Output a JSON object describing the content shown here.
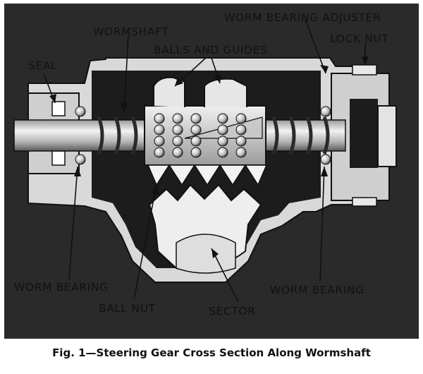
{
  "labels": {
    "worm_bearing_adjuster": "WORM BEARING ADJUSTER",
    "wormshaft": "WORMSHAFT",
    "lock_nut": "LOCK NUT",
    "balls_and_guides": "BALLS AND GUIDES",
    "seal": "SEAL",
    "worm_bearing_left": "WORM BEARING",
    "worm_bearing_right": "WORM BEARING",
    "ball_nut": "BALL NUT",
    "sector": "SECTOR"
  },
  "caption": "Fig. 1—Steering Gear Cross Section Along Wormshaft",
  "colors": {
    "ink": "#111111",
    "housing": "#d6d6d6",
    "housing_dark": "#1c1c1c",
    "metal": "#b9b9b9",
    "metal_light": "#ececec"
  }
}
